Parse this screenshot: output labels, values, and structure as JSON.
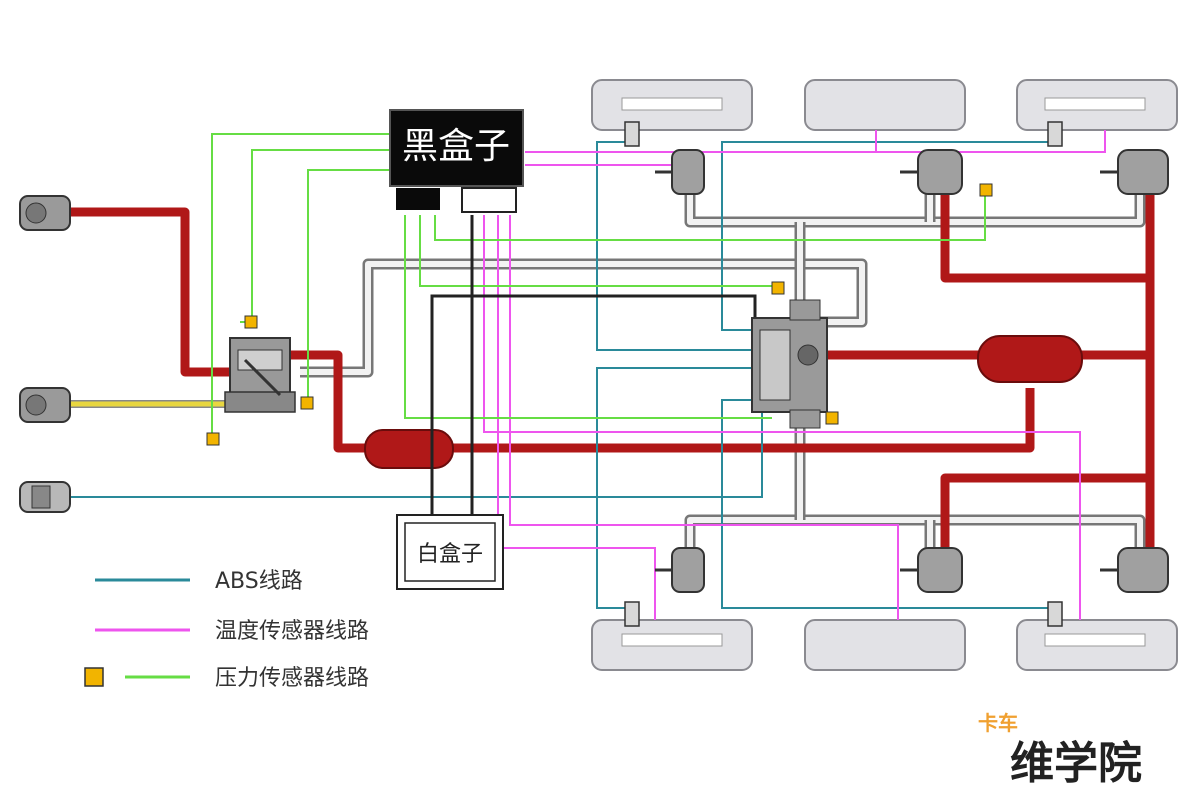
{
  "labels": {
    "black_box": "黑盒子",
    "white_box": "白盒子"
  },
  "legend": {
    "abs": "ABS线路",
    "temperature": "温度传感器线路",
    "pressure": "压力传感器线路"
  },
  "watermark": {
    "small": "卡车",
    "large": "维学院"
  },
  "colors": {
    "air_line": "#b01818",
    "abs_line": "#2a8a9a",
    "temperature_line": "#ee55ee",
    "pressure_line": "#66dd44",
    "yellow_line": "#e8d640",
    "signal_line": "#222222",
    "wheel_fill": "#e2e2e6",
    "sensor_fill": "#f2b400",
    "watermark_small": "#f0a030",
    "watermark_large": "#222222"
  },
  "icons": [
    "brake-chamber-icon",
    "valve-icon",
    "air-tank-icon",
    "wheel-icon",
    "pressure-sensor-icon"
  ]
}
